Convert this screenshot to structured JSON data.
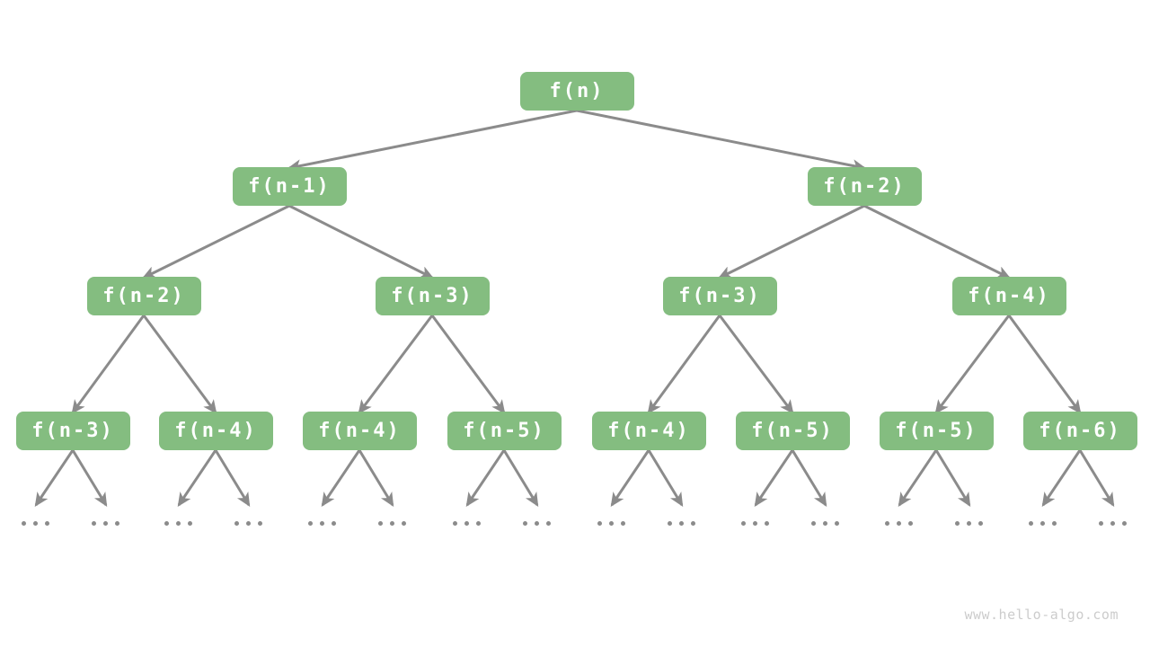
{
  "watermark": "www.hello-algo.com",
  "colors": {
    "background": "#ffffff",
    "node_fill": "#84bd80",
    "node_text": "#ffffff",
    "edge": "#8b8b8b",
    "dots": "#8b8b8b",
    "watermark_text": "#cccccc"
  },
  "diagram": {
    "type": "recursion-tree",
    "levels": [
      [
        "f(n)"
      ],
      [
        "f(n-1)",
        "f(n-2)"
      ],
      [
        "f(n-2)",
        "f(n-3)",
        "f(n-3)",
        "f(n-4)"
      ],
      [
        "f(n-3)",
        "f(n-4)",
        "f(n-4)",
        "f(n-5)",
        "f(n-4)",
        "f(n-5)",
        "f(n-5)",
        "f(n-6)"
      ]
    ],
    "ellipsis_label": "...",
    "ellipsis_count": 16
  }
}
